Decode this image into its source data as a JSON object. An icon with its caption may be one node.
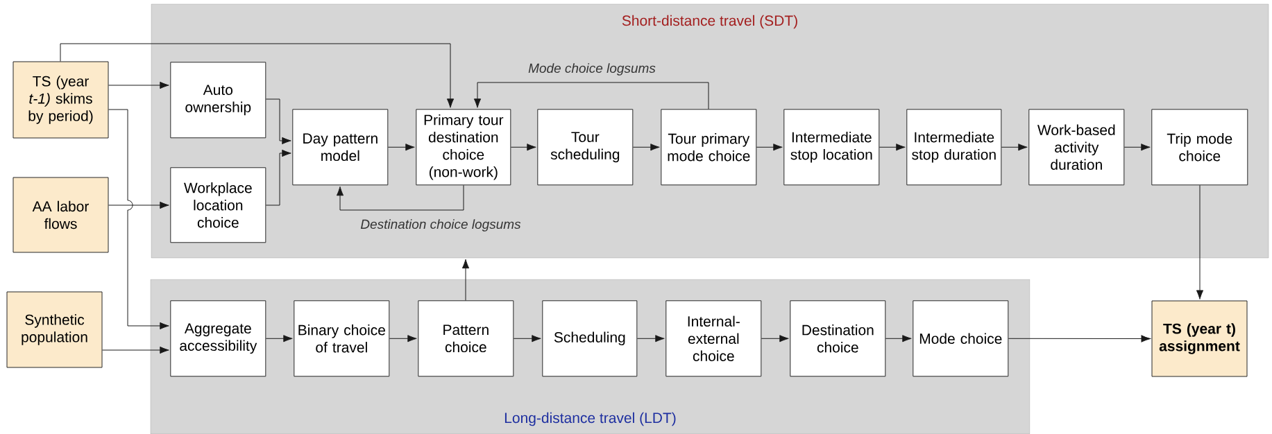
{
  "diagram": {
    "nodes": [
      {
        "text": [
          "TS (year *t-1)* skims by period)"
        ]
      },
      {
        "text": [
          "AA labor flows"
        ]
      },
      {
        "text": [
          "Synthetic population"
        ]
      },
      {
        "text": [
          "Short-distance travel (SDT)"
        ]
      },
      {
        "text": [
          "Auto ownership"
        ],
        "in": 3
      },
      {
        "text": [
          "Workplace location choice"
        ],
        "in": 3
      },
      {
        "text": [
          "Day pattern model"
        ],
        "in": 3
      },
      {
        "text": [
          "Primary tour destination choice (non-work)"
        ],
        "in": 3
      },
      {
        "text": [
          "Tour scheduling"
        ],
        "in": 3
      },
      {
        "text": [
          "Tour primary mode choice"
        ],
        "in": 3
      },
      {
        "text": [
          "Intermediate stop location"
        ],
        "in": 3
      },
      {
        "text": [
          "Intermediate stop duration"
        ],
        "in": 3
      },
      {
        "text": [
          "Work-based activity duration"
        ],
        "in": 3
      },
      {
        "text": [
          "Trip mode choice"
        ],
        "in": 3
      },
      {
        "text": [
          "Long-distance travel (LDT)"
        ]
      },
      {
        "text": [
          "Aggregate accessibility"
        ],
        "in": 14
      },
      {
        "text": [
          "Binary choice of travel"
        ],
        "in": 14
      },
      {
        "text": [
          "Pattern choice"
        ],
        "in": 14
      },
      {
        "text": [
          "Scheduling"
        ],
        "in": 14
      },
      {
        "text": [
          "Internal-external choice"
        ],
        "in": 14
      },
      {
        "text": [
          "Destination choice"
        ],
        "in": 14
      },
      {
        "text": [
          "Mode choice"
        ],
        "in": 14
      },
      {
        "text": [
          "TS (year t) assignment"
        ]
      }
    ],
    "edges": [
      {
        "from": 0,
        "to": 4,
        "arrow": "to"
      },
      {
        "from": 0,
        "to": 7,
        "arrow": "to"
      },
      {
        "from": 0,
        "to": 15,
        "arrow": "to"
      },
      {
        "from": 1,
        "to": 5,
        "arrow": "to"
      },
      {
        "from": 2,
        "to": 15,
        "arrow": "to"
      },
      {
        "from": 4,
        "to": 6,
        "arrow": "to"
      },
      {
        "from": 5,
        "to": 6,
        "arrow": "to"
      },
      {
        "from": 6,
        "to": 7,
        "arrow": "to"
      },
      {
        "from": 7,
        "to": 8,
        "arrow": "to"
      },
      {
        "from": 8,
        "to": 9,
        "arrow": "to"
      },
      {
        "from": 9,
        "to": 10,
        "arrow": "to"
      },
      {
        "from": 10,
        "to": 11,
        "arrow": "to"
      },
      {
        "from": 11,
        "to": 12,
        "arrow": "to"
      },
      {
        "from": 12,
        "to": 13,
        "arrow": "to"
      },
      {
        "from": 9,
        "to": 7,
        "arrow": "to",
        "label": "Mode choice logsums"
      },
      {
        "from": 7,
        "to": 6,
        "arrow": "to",
        "label": "Destination choice logsums"
      },
      {
        "from": 15,
        "to": 16,
        "arrow": "to"
      },
      {
        "from": 16,
        "to": 17,
        "arrow": "to"
      },
      {
        "from": 17,
        "to": 18,
        "arrow": "to"
      },
      {
        "from": 18,
        "to": 19,
        "arrow": "to"
      },
      {
        "from": 19,
        "to": 20,
        "arrow": "to"
      },
      {
        "from": 20,
        "to": 21,
        "arrow": "to"
      },
      {
        "from": 17,
        "to": 3,
        "arrow": "to"
      },
      {
        "from": 21,
        "to": 22,
        "arrow": "to"
      },
      {
        "from": 13,
        "to": 22,
        "arrow": "to"
      }
    ]
  }
}
